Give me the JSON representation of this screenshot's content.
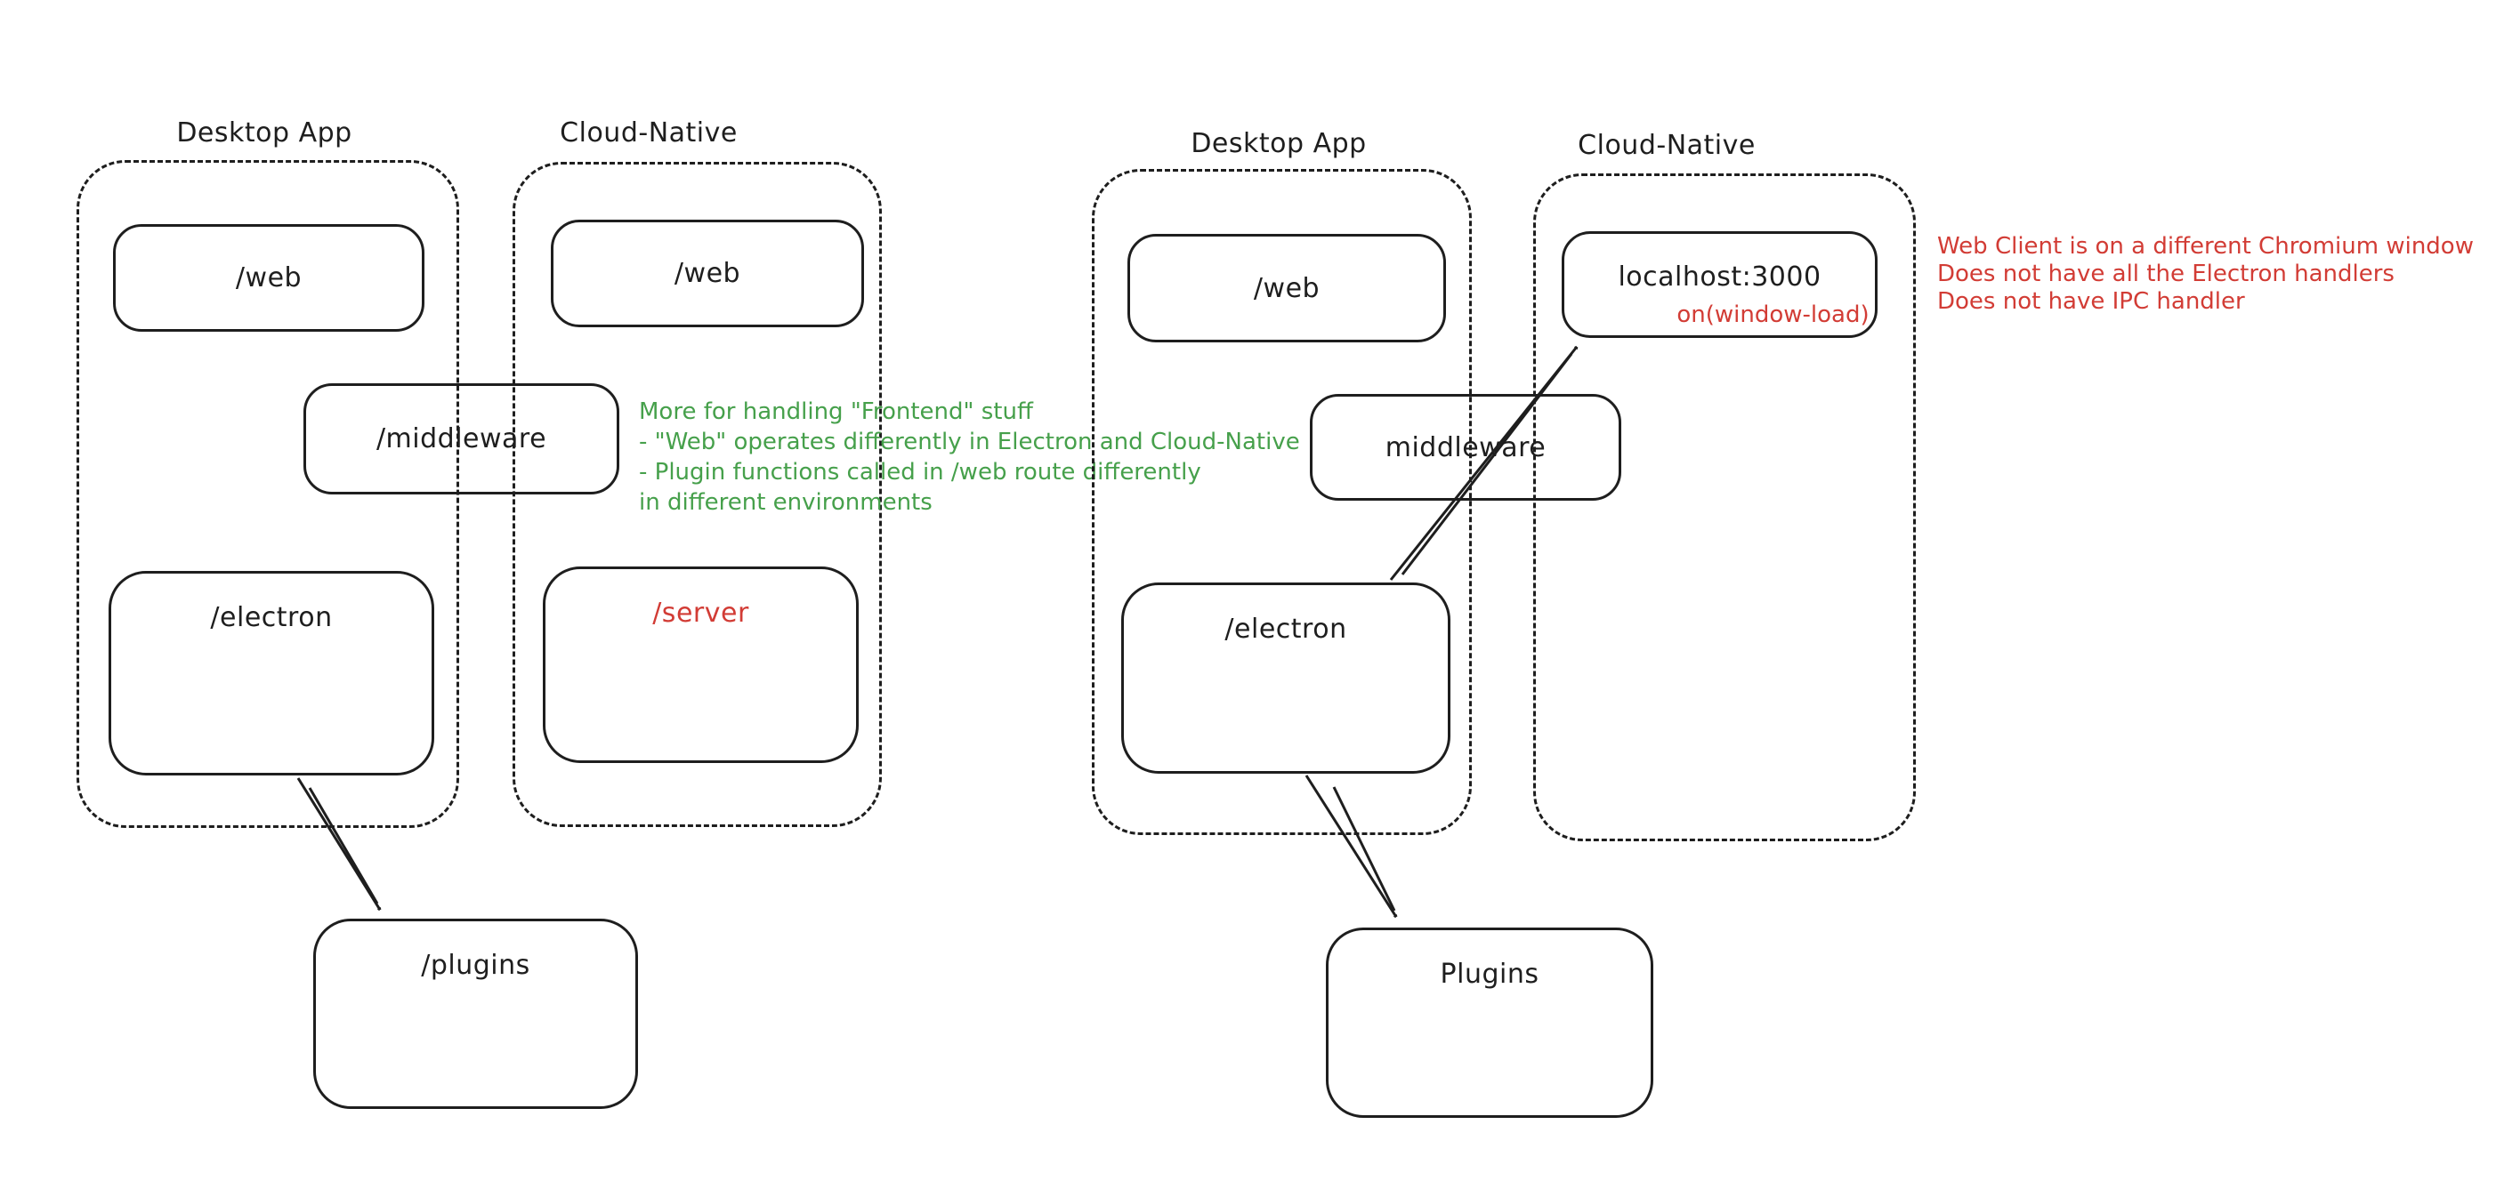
{
  "colors": {
    "stroke": "#1e1e1e",
    "annotation_green": "#46a04b",
    "annotation_red": "#d23c35",
    "background": "#ffffff"
  },
  "left": {
    "desktop": {
      "label": "Desktop App",
      "web": "/web",
      "electron": "/electron"
    },
    "cloud": {
      "label": "Cloud-Native",
      "web": "/web",
      "server": "/server"
    },
    "middleware": "/middleware",
    "plugins": "/plugins",
    "note_green": {
      "lines": [
        "More for handling \"Frontend\" stuff",
        "- \"Web\" operates differently in Electron and Cloud-Native",
        "- Plugin functions called in /web route differently",
        "in different environments"
      ]
    }
  },
  "right": {
    "desktop": {
      "label": "Desktop App",
      "web": "/web",
      "electron": "/electron"
    },
    "cloud": {
      "label": "Cloud-Native",
      "host": "localhost:3000",
      "handler": "on(window-load)"
    },
    "middleware": "middleware",
    "plugins": "Plugins",
    "note_red": {
      "lines": [
        "Web Client is on a different Chromium window",
        "Does not have all the Electron handlers",
        "Does not have IPC handler"
      ]
    }
  }
}
